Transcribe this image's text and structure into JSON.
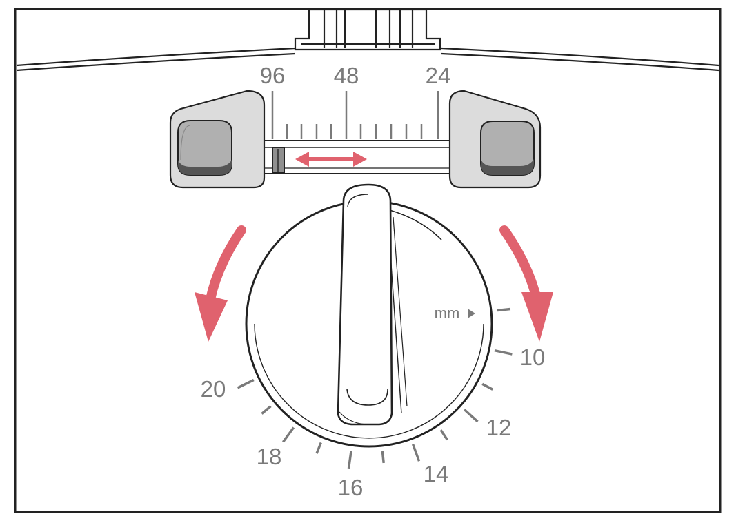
{
  "top_scale": {
    "labels": [
      "96",
      "48",
      "24"
    ]
  },
  "dial": {
    "unit": "mm",
    "scale_labels": [
      "10",
      "12",
      "14",
      "16",
      "18",
      "20"
    ]
  },
  "colors": {
    "arrow": "#e0626e",
    "outline": "#222222",
    "label": "#7a7a7a",
    "knob_gray": "#9a9a9a",
    "body_gray": "#d9d9d9"
  },
  "icons": {
    "double_arrow": "slider-double-arrow-icon",
    "rotate_left": "rotate-counterclockwise-arrow-icon",
    "rotate_right": "rotate-clockwise-arrow-icon",
    "pointer": "triangle-pointer-icon"
  }
}
